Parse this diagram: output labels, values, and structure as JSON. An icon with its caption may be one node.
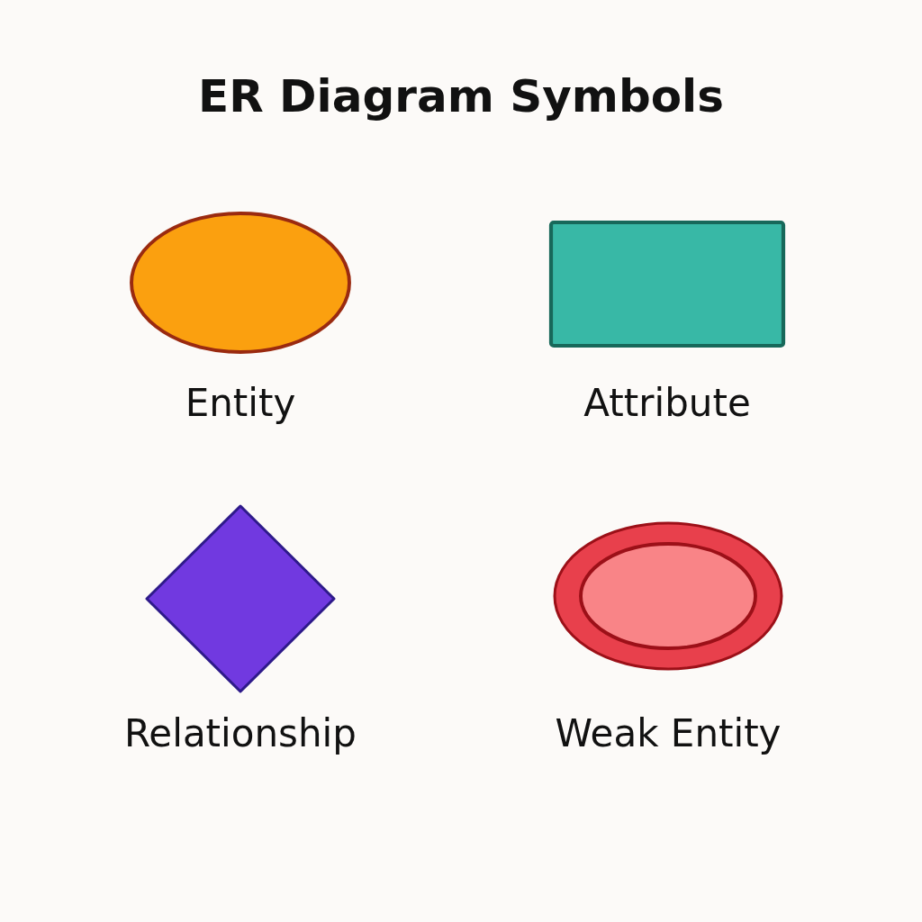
{
  "diagram": {
    "title": "ER Diagram Symbols",
    "nodes": [
      {
        "text": [
          "Entity"
        ]
      },
      {
        "text": [
          "Attribute"
        ]
      },
      {
        "text": [
          "Relationship"
        ]
      },
      {
        "text": [
          "Weak Entity"
        ]
      }
    ]
  }
}
